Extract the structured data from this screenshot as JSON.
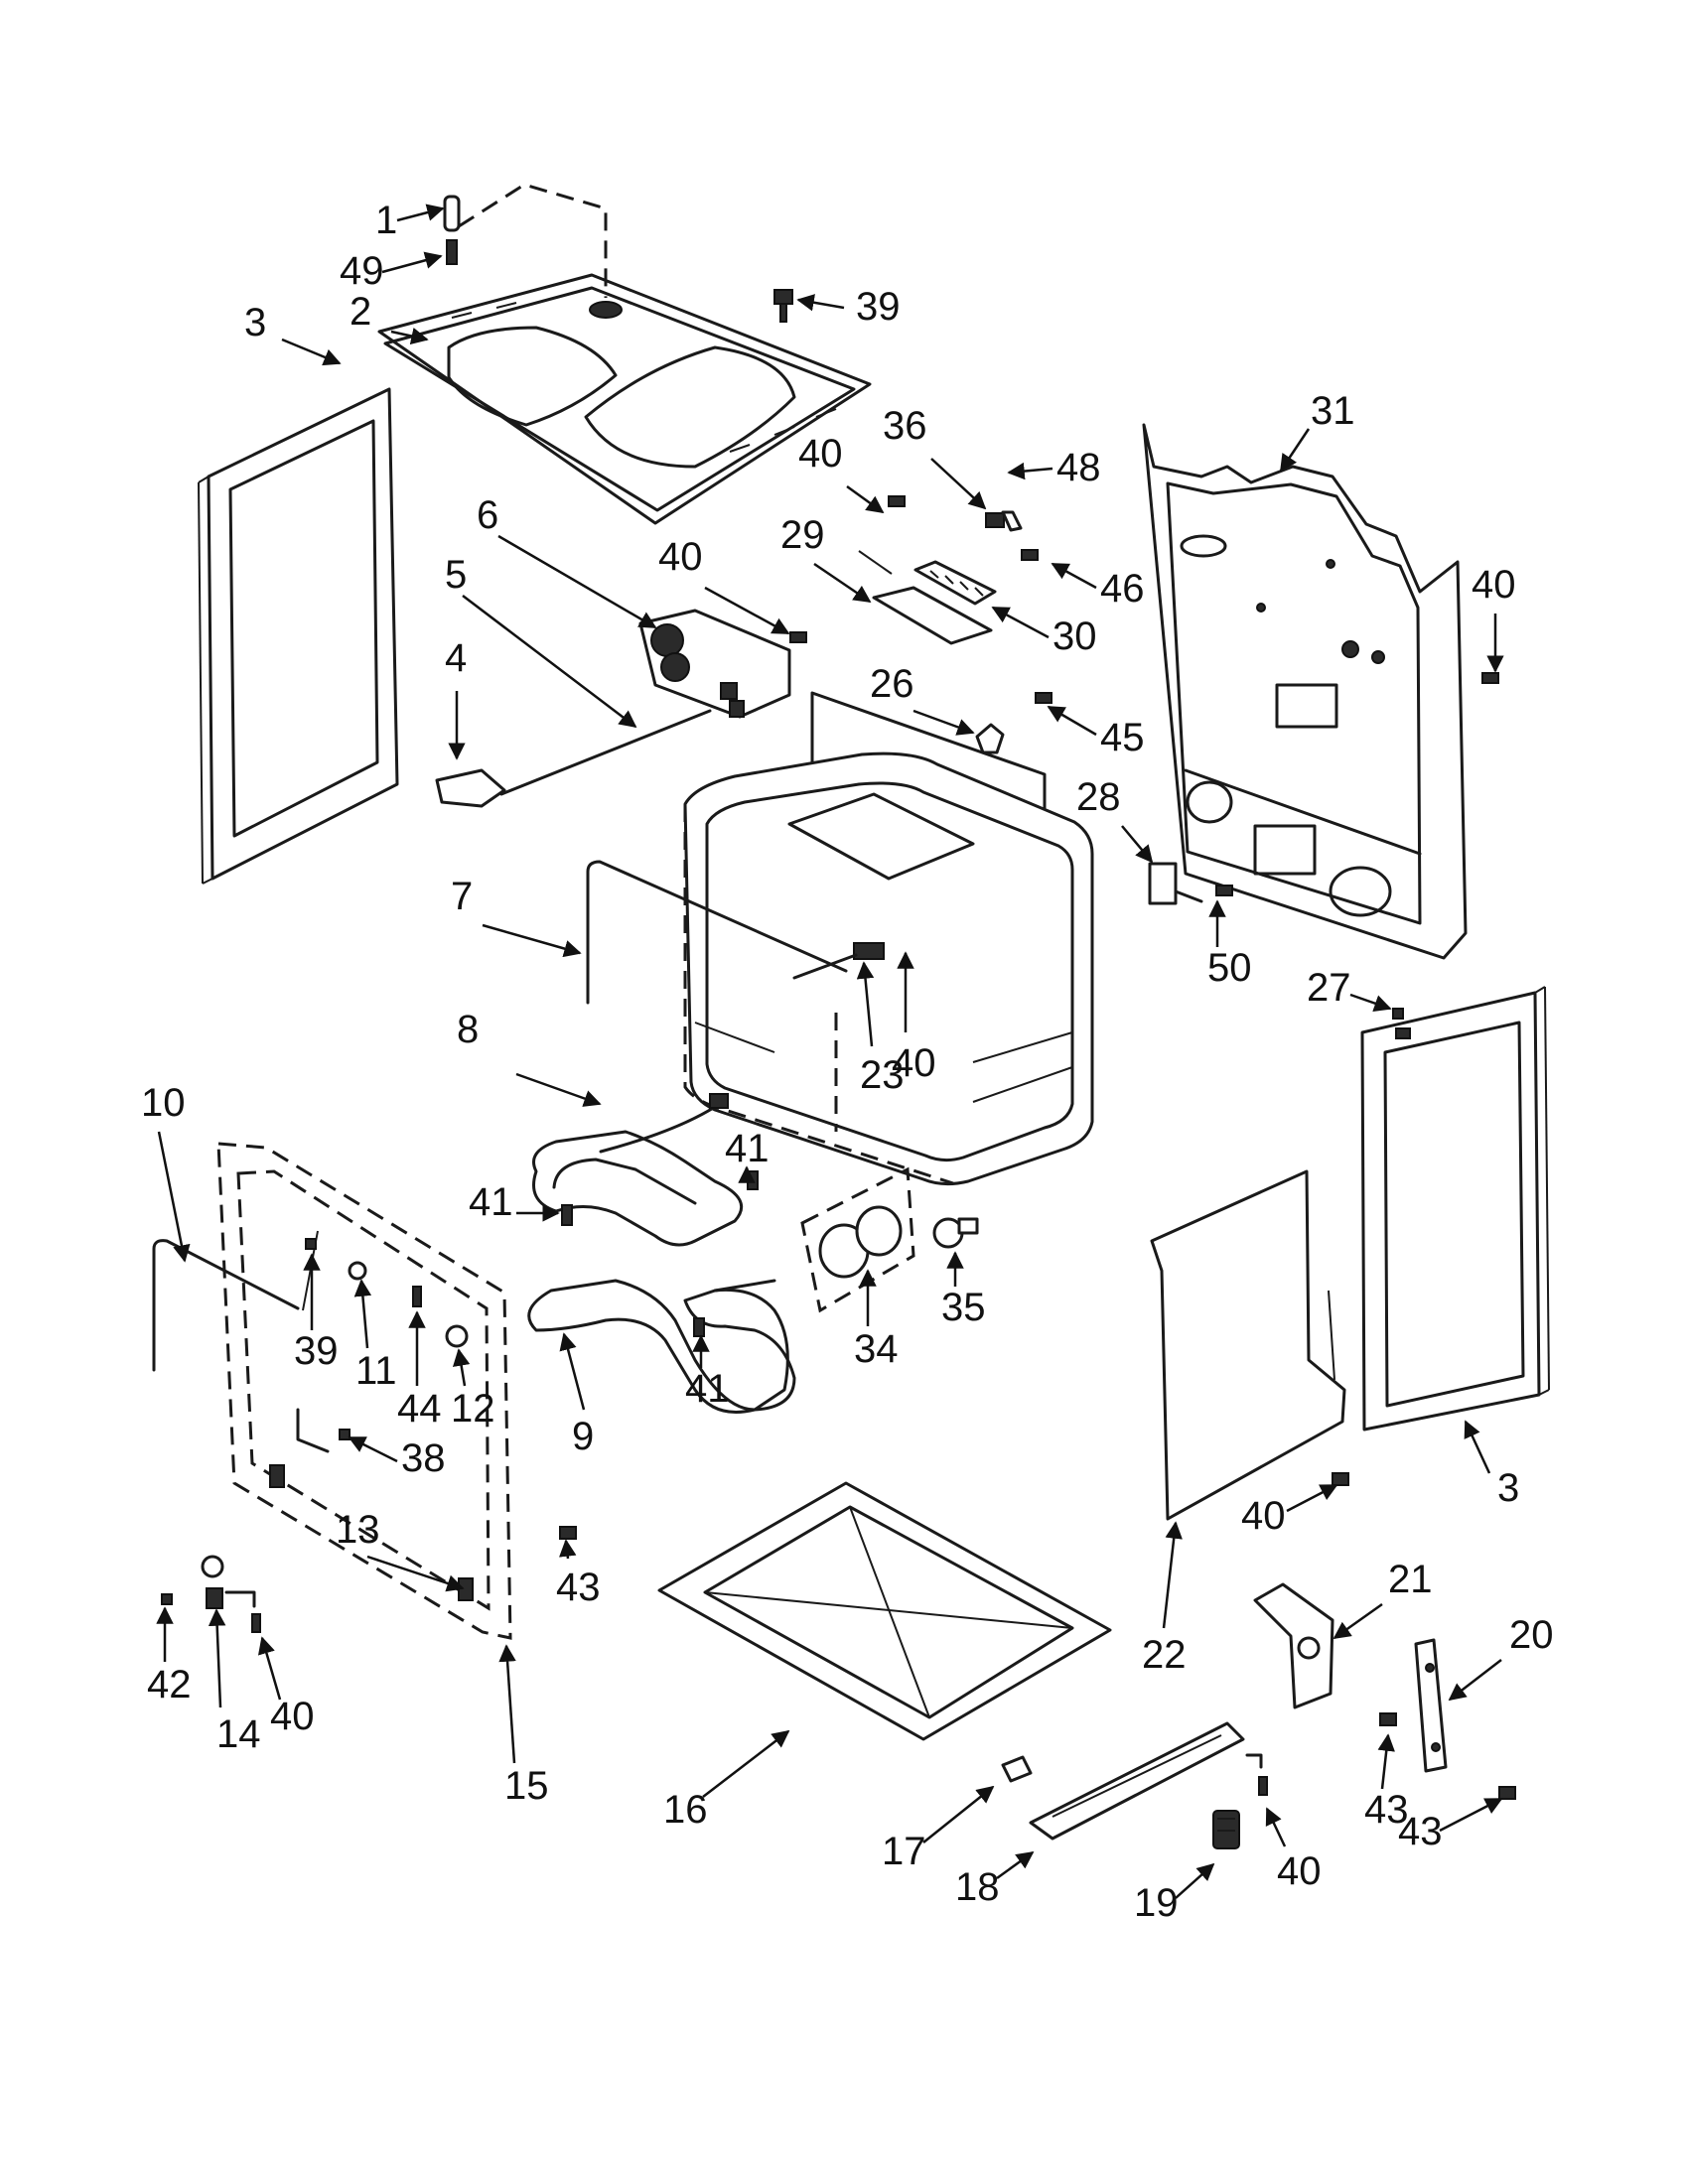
{
  "diagram": {
    "callouts": [
      {
        "id": "c1",
        "label": "1"
      },
      {
        "id": "c49",
        "label": "49"
      },
      {
        "id": "c2",
        "label": "2"
      },
      {
        "id": "c39a",
        "label": "39"
      },
      {
        "id": "c3a",
        "label": "3"
      },
      {
        "id": "c36",
        "label": "36"
      },
      {
        "id": "c48",
        "label": "48"
      },
      {
        "id": "c31",
        "label": "31"
      },
      {
        "id": "c40a",
        "label": "40"
      },
      {
        "id": "c6",
        "label": "6"
      },
      {
        "id": "c40b",
        "label": "40"
      },
      {
        "id": "c29",
        "label": "29"
      },
      {
        "id": "c46",
        "label": "46"
      },
      {
        "id": "c40c",
        "label": "40"
      },
      {
        "id": "c5",
        "label": "5"
      },
      {
        "id": "c30",
        "label": "30"
      },
      {
        "id": "c4",
        "label": "4"
      },
      {
        "id": "c26",
        "label": "26"
      },
      {
        "id": "c45",
        "label": "45"
      },
      {
        "id": "c28",
        "label": "28"
      },
      {
        "id": "c7",
        "label": "7"
      },
      {
        "id": "c50",
        "label": "50"
      },
      {
        "id": "c27",
        "label": "27"
      },
      {
        "id": "c40d",
        "label": "40"
      },
      {
        "id": "c8",
        "label": "8"
      },
      {
        "id": "c23",
        "label": "23"
      },
      {
        "id": "c10",
        "label": "10"
      },
      {
        "id": "c41a",
        "label": "41"
      },
      {
        "id": "c41b",
        "label": "41"
      },
      {
        "id": "c35",
        "label": "35"
      },
      {
        "id": "c39b",
        "label": "39"
      },
      {
        "id": "c11",
        "label": "11"
      },
      {
        "id": "c44",
        "label": "44"
      },
      {
        "id": "c12",
        "label": "12"
      },
      {
        "id": "c9",
        "label": "9"
      },
      {
        "id": "c41c",
        "label": "41"
      },
      {
        "id": "c34",
        "label": "34"
      },
      {
        "id": "c38",
        "label": "38"
      },
      {
        "id": "c3b",
        "label": "3"
      },
      {
        "id": "c40e",
        "label": "40"
      },
      {
        "id": "c13",
        "label": "13"
      },
      {
        "id": "c43a",
        "label": "43"
      },
      {
        "id": "c21",
        "label": "21"
      },
      {
        "id": "c22",
        "label": "22"
      },
      {
        "id": "c20",
        "label": "20"
      },
      {
        "id": "c42",
        "label": "42"
      },
      {
        "id": "c14",
        "label": "14"
      },
      {
        "id": "c40f",
        "label": "40"
      },
      {
        "id": "c15",
        "label": "15"
      },
      {
        "id": "c16",
        "label": "16"
      },
      {
        "id": "c43b",
        "label": "43"
      },
      {
        "id": "c43c",
        "label": "43"
      },
      {
        "id": "c17",
        "label": "17"
      },
      {
        "id": "c18",
        "label": "18"
      },
      {
        "id": "c19",
        "label": "19"
      },
      {
        "id": "c40g",
        "label": "40"
      }
    ]
  }
}
